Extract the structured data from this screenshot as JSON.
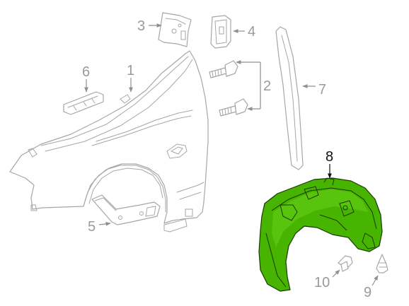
{
  "diagram": {
    "colors": {
      "line": "#a6a6a6",
      "callout_text": "#9a9a9a",
      "highlight_callout": "#111111",
      "highlight_part": "#46b400",
      "highlight_outline": "#1a3a00"
    },
    "callouts": {
      "c1": "1",
      "c2": "2",
      "c3": "3",
      "c4": "4",
      "c5": "5",
      "c6": "6",
      "c7": "7",
      "c8": "8",
      "c9": "9",
      "c10": "10"
    },
    "highlighted_callout": "8"
  }
}
